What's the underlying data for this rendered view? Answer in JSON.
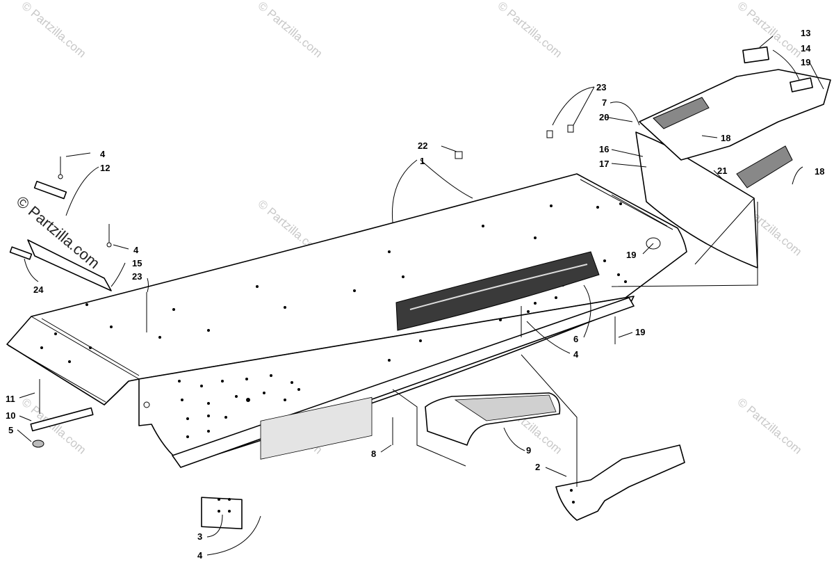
{
  "diagram": {
    "callouts": [
      {
        "id": "c1",
        "label": "1"
      },
      {
        "id": "c2",
        "label": "2"
      },
      {
        "id": "c3",
        "label": "3"
      },
      {
        "id": "c4a",
        "label": "4"
      },
      {
        "id": "c4b",
        "label": "4"
      },
      {
        "id": "c4c",
        "label": "4"
      },
      {
        "id": "c4d",
        "label": "4"
      },
      {
        "id": "c5",
        "label": "5"
      },
      {
        "id": "c6",
        "label": "6"
      },
      {
        "id": "c7",
        "label": "7"
      },
      {
        "id": "c8",
        "label": "8"
      },
      {
        "id": "c9",
        "label": "9"
      },
      {
        "id": "c10",
        "label": "10"
      },
      {
        "id": "c11",
        "label": "11"
      },
      {
        "id": "c12",
        "label": "12"
      },
      {
        "id": "c13",
        "label": "13"
      },
      {
        "id": "c14",
        "label": "14"
      },
      {
        "id": "c15",
        "label": "15"
      },
      {
        "id": "c16",
        "label": "16"
      },
      {
        "id": "c17",
        "label": "17"
      },
      {
        "id": "c18a",
        "label": "18"
      },
      {
        "id": "c18b",
        "label": "18"
      },
      {
        "id": "c19a",
        "label": "19"
      },
      {
        "id": "c19b",
        "label": "19"
      },
      {
        "id": "c19c",
        "label": "19"
      },
      {
        "id": "c20",
        "label": "20"
      },
      {
        "id": "c21",
        "label": "21"
      },
      {
        "id": "c22",
        "label": "22"
      },
      {
        "id": "c23a",
        "label": "23"
      },
      {
        "id": "c23b",
        "label": "23"
      },
      {
        "id": "c24",
        "label": "24"
      }
    ],
    "watermark_text": "© Partzilla.com",
    "colors": {
      "line": "#000000",
      "background": "#ffffff",
      "watermark": "#c8c8c8"
    }
  }
}
